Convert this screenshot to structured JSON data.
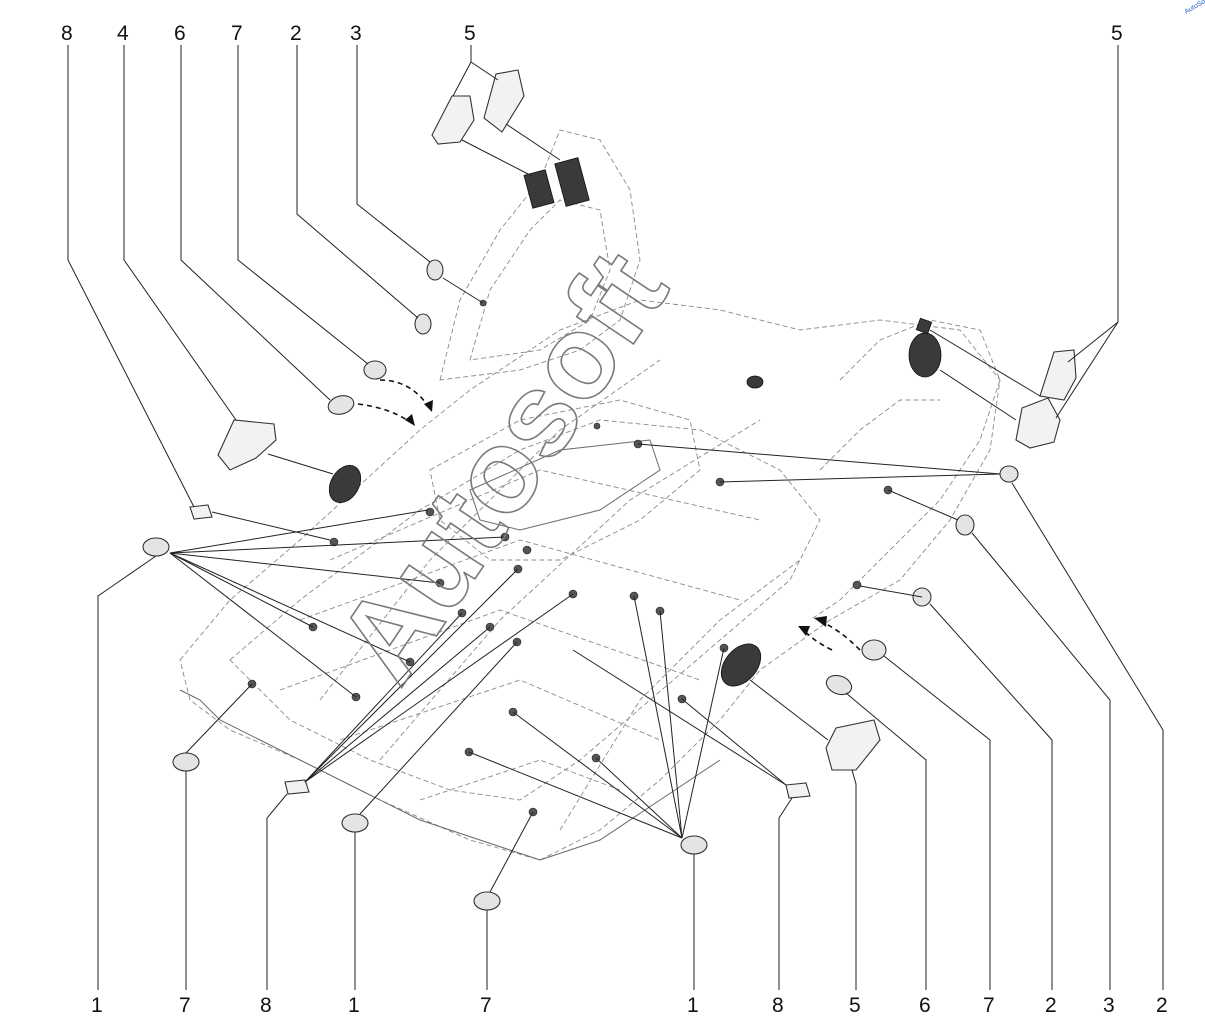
{
  "diagram": {
    "callouts_top": [
      "8",
      "4",
      "6",
      "7",
      "2",
      "3",
      "5",
      "5"
    ],
    "callouts_bottom": [
      "1",
      "7",
      "8",
      "1",
      "7",
      "1",
      "8",
      "5",
      "6",
      "7",
      "2",
      "3",
      "2"
    ],
    "watermark": "Autosoft",
    "corner_mark": "AutoSoft"
  }
}
